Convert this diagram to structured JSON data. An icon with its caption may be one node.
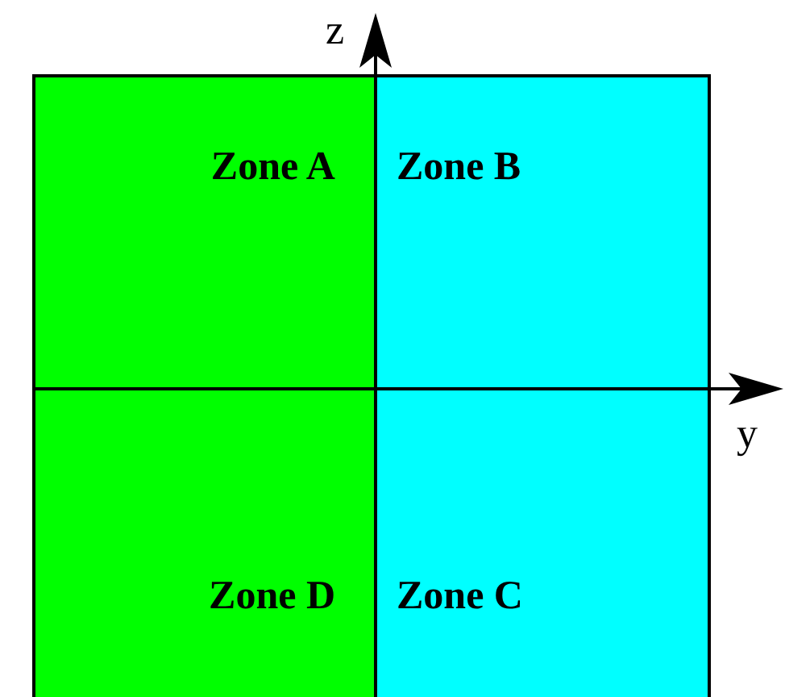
{
  "diagram": {
    "nodes": [
      {
        "text": [
          "Zone A"
        ]
      },
      {
        "text": [
          "Zone B"
        ]
      },
      {
        "text": [
          "Zone D"
        ]
      },
      {
        "text": [
          "Zone C"
        ]
      }
    ],
    "labels": [
      "z",
      "y"
    ]
  }
}
